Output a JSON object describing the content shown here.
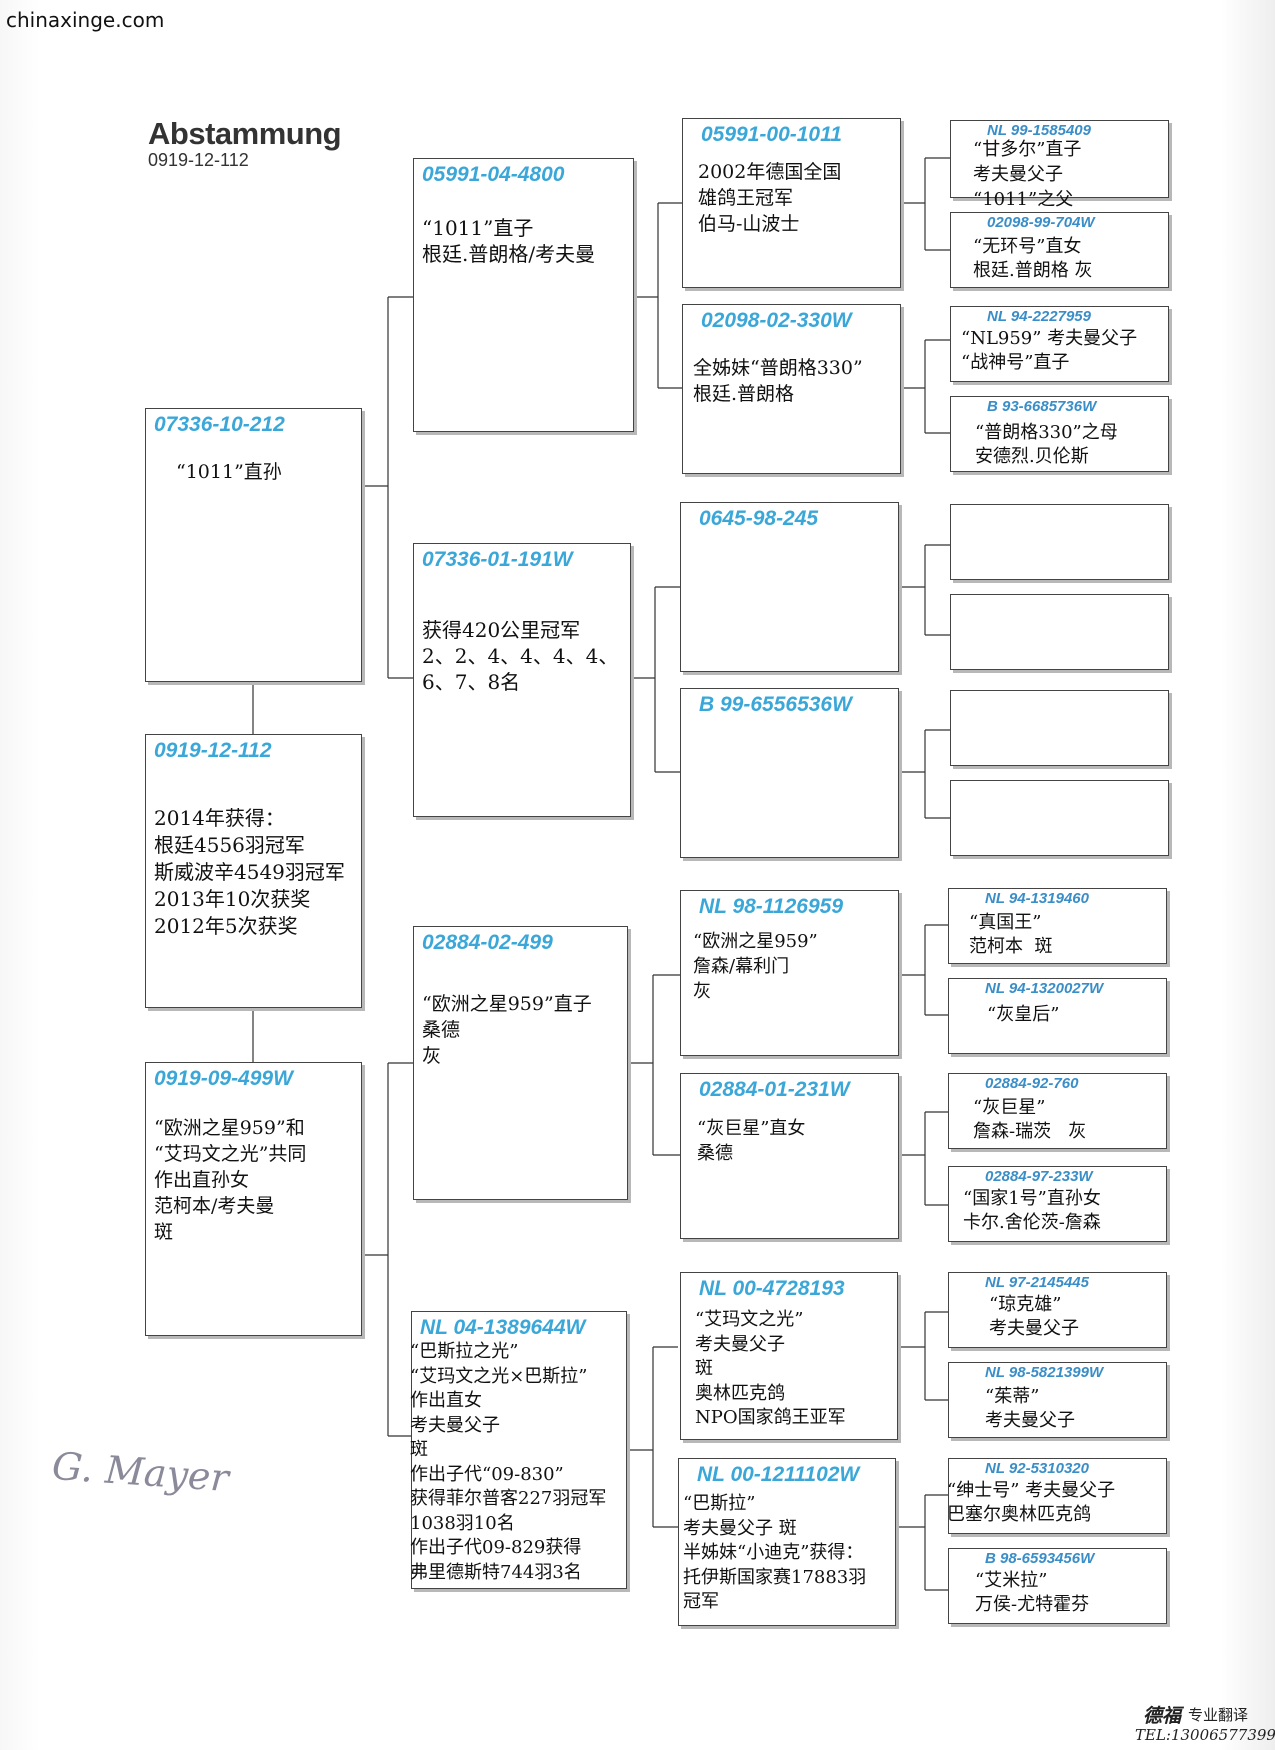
{
  "watermark": "chinaxinge.com",
  "header": {
    "title": "Abstammung",
    "ring": "0919-12-112"
  },
  "subject": {
    "id": "0919-12-112",
    "text": "2014年获得：\n根廷4556羽冠军\n斯威波辛4549羽冠军\n2013年10次获奖\n2012年5次获奖"
  },
  "sire": {
    "id": "07336-10-212",
    "text": "“1011”直孙"
  },
  "dam": {
    "id": "0919-09-499W",
    "text": "“欧洲之星959”和\n“艾玛文之光”共同\n作出直孙女\n范柯本/考夫曼\n斑"
  },
  "ss": {
    "id": "05991-04-4800",
    "text": "“1011”直子\n根廷.普朗格/考夫曼"
  },
  "sd": {
    "id": "07336-01-191W",
    "text": "获得420公里冠军\n2、2、4、4、4、4、\n6、7、8名"
  },
  "ds": {
    "id": "02884-02-499",
    "text": "“欧洲之星959”直子\n桑德\n灰"
  },
  "dd": {
    "id": "NL 04-1389644W",
    "text": "“巴斯拉之光”\n“艾玛文之光×巴斯拉”\n作出直女\n考夫曼父子\n斑\n作出子代“09-830”\n获得菲尔普客227羽冠军\n1038羽10名\n作出子代09-829获得\n弗里德斯特744羽3名"
  },
  "sss": {
    "id": "05991-00-1011",
    "text": "2002年德国全国\n雄鸽王冠军\n伯马-山波士"
  },
  "ssd": {
    "id": "02098-02-330W",
    "text": "全姊妹“普朗格330”\n根廷.普朗格"
  },
  "sds": {
    "id": "0645-98-245",
    "text": ""
  },
  "sdd": {
    "id": "B 99-6556536W",
    "text": ""
  },
  "dss": {
    "id": "NL 98-1126959",
    "text": "“欧洲之星959”\n詹森/幕利门\n灰"
  },
  "dsd": {
    "id": "02884-01-231W",
    "text": "“灰巨星”直女\n桑德"
  },
  "dds": {
    "id": "NL 00-4728193",
    "text": "“艾玛文之光”\n考夫曼父子\n斑\n奥林匹克鸽\nNPO国家鸽王亚军"
  },
  "ddd": {
    "id": "NL 00-1211102W",
    "text": "“巴斯拉”\n考夫曼父子 斑\n半姊妹“小迪克”获得：\n托伊斯国家赛17883羽\n冠军"
  },
  "g4": [
    {
      "id": "NL 99-1585409",
      "text": "“甘多尔”直子\n考夫曼父子\n“1011”之父"
    },
    {
      "id": "02098-99-704W",
      "text": "“无环号”直女\n根廷.普朗格 灰"
    },
    {
      "id": "NL 94-2227959",
      "text": "“NL959” 考夫曼父子\n“战神号”直子"
    },
    {
      "id": "B 93-6685736W",
      "text": "“普朗格330”之母\n安德烈.贝伦斯"
    },
    {
      "id": "",
      "text": ""
    },
    {
      "id": "",
      "text": ""
    },
    {
      "id": "",
      "text": ""
    },
    {
      "id": "",
      "text": ""
    },
    {
      "id": "NL 94-1319460",
      "text": "“真国王”\n范柯本  斑"
    },
    {
      "id": "NL 94-1320027W",
      "text": "“灰皇后”"
    },
    {
      "id": "02884-92-760",
      "text": "“灰巨星”\n詹森-瑞茨   灰"
    },
    {
      "id": "02884-97-233W",
      "text": "“国家1号”直孙女\n卡尔.舍伦茨-詹森"
    },
    {
      "id": "NL 97-2145445",
      "text": "“琼克雄”\n考夫曼父子"
    },
    {
      "id": "NL 98-5821399W",
      "text": "“茱蒂”\n考夫曼父子"
    },
    {
      "id": "NL 92-5310320",
      "text": "“绅士号” 考夫曼父子\n巴塞尔奥林匹克鸽"
    },
    {
      "id": "B 98-6593456W",
      "text": "“艾米拉”\n万侯-尤特霍芬"
    }
  ],
  "signature": "G. Mayer",
  "footer": {
    "brand": "德福",
    "brand_sub": "专业翻译",
    "tel": "TEL:13006577399"
  }
}
